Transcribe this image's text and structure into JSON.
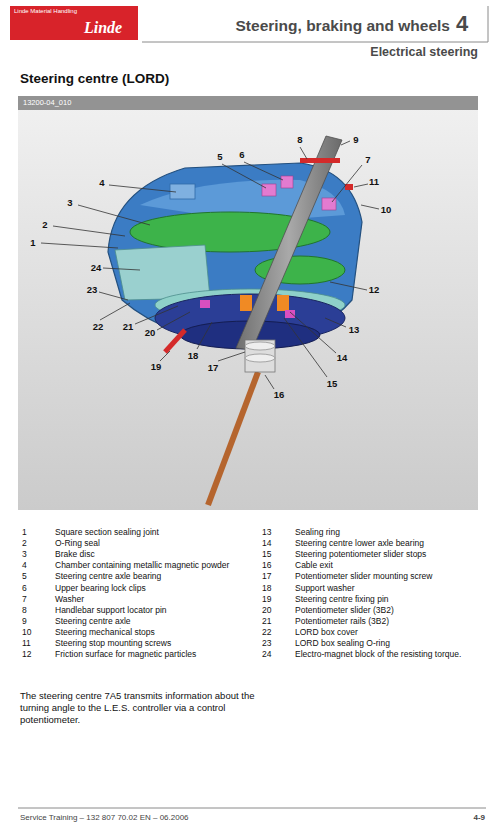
{
  "diagram": {
    "title": "Steering centre (LORD)",
    "labels": [
      "Linde Material Handling",
      "Linde",
      "Steering, braking and wheels",
      "4",
      "Electrical steering",
      "13200-04_010",
      "1",
      "2",
      "3",
      "4",
      "5",
      "6",
      "7",
      "8",
      "9",
      "10",
      "11",
      "12",
      "13",
      "14",
      "15",
      "16",
      "17",
      "18",
      "19",
      "20",
      "21",
      "22",
      "23",
      "24",
      "1",
      "Square section sealing joint",
      "2",
      "O-Ring seal",
      "3",
      "Brake disc",
      "4",
      "Chamber containing metallic magnetic powder",
      "5",
      "Steering centre axle bearing",
      "6",
      "Upper bearing lock clips",
      "7",
      "Washer",
      "8",
      "Handlebar support locator pin",
      "9",
      "Steering centre axle",
      "10",
      "Steering mechanical stops",
      "11",
      "Steering stop mounting screws",
      "12",
      "Friction surface for magnetic particles",
      "13",
      "Sealing ring",
      "14",
      "Steering centre lower axle bearing",
      "15",
      "Steering potentiometer slider stops",
      "16",
      "Cable exit",
      "17",
      "Potentiometer slider mounting screw",
      "18",
      "Support washer",
      "19",
      "Steering centre fixing pin",
      "20",
      "Potentiometer slider (3B2)",
      "21",
      "Potentiometer rails (3B2)",
      "22",
      "LORD box cover",
      "23",
      "LORD box sealing O-ring",
      "24",
      "Electro-magnet block of the resisting torque.",
      "The steering centre 7A5 transmits information about the turning angle to the L.E.S. controller via a control potentiometer.",
      "Service Training – 132 807 70.02 EN – 06.2006",
      "4-9"
    ]
  }
}
